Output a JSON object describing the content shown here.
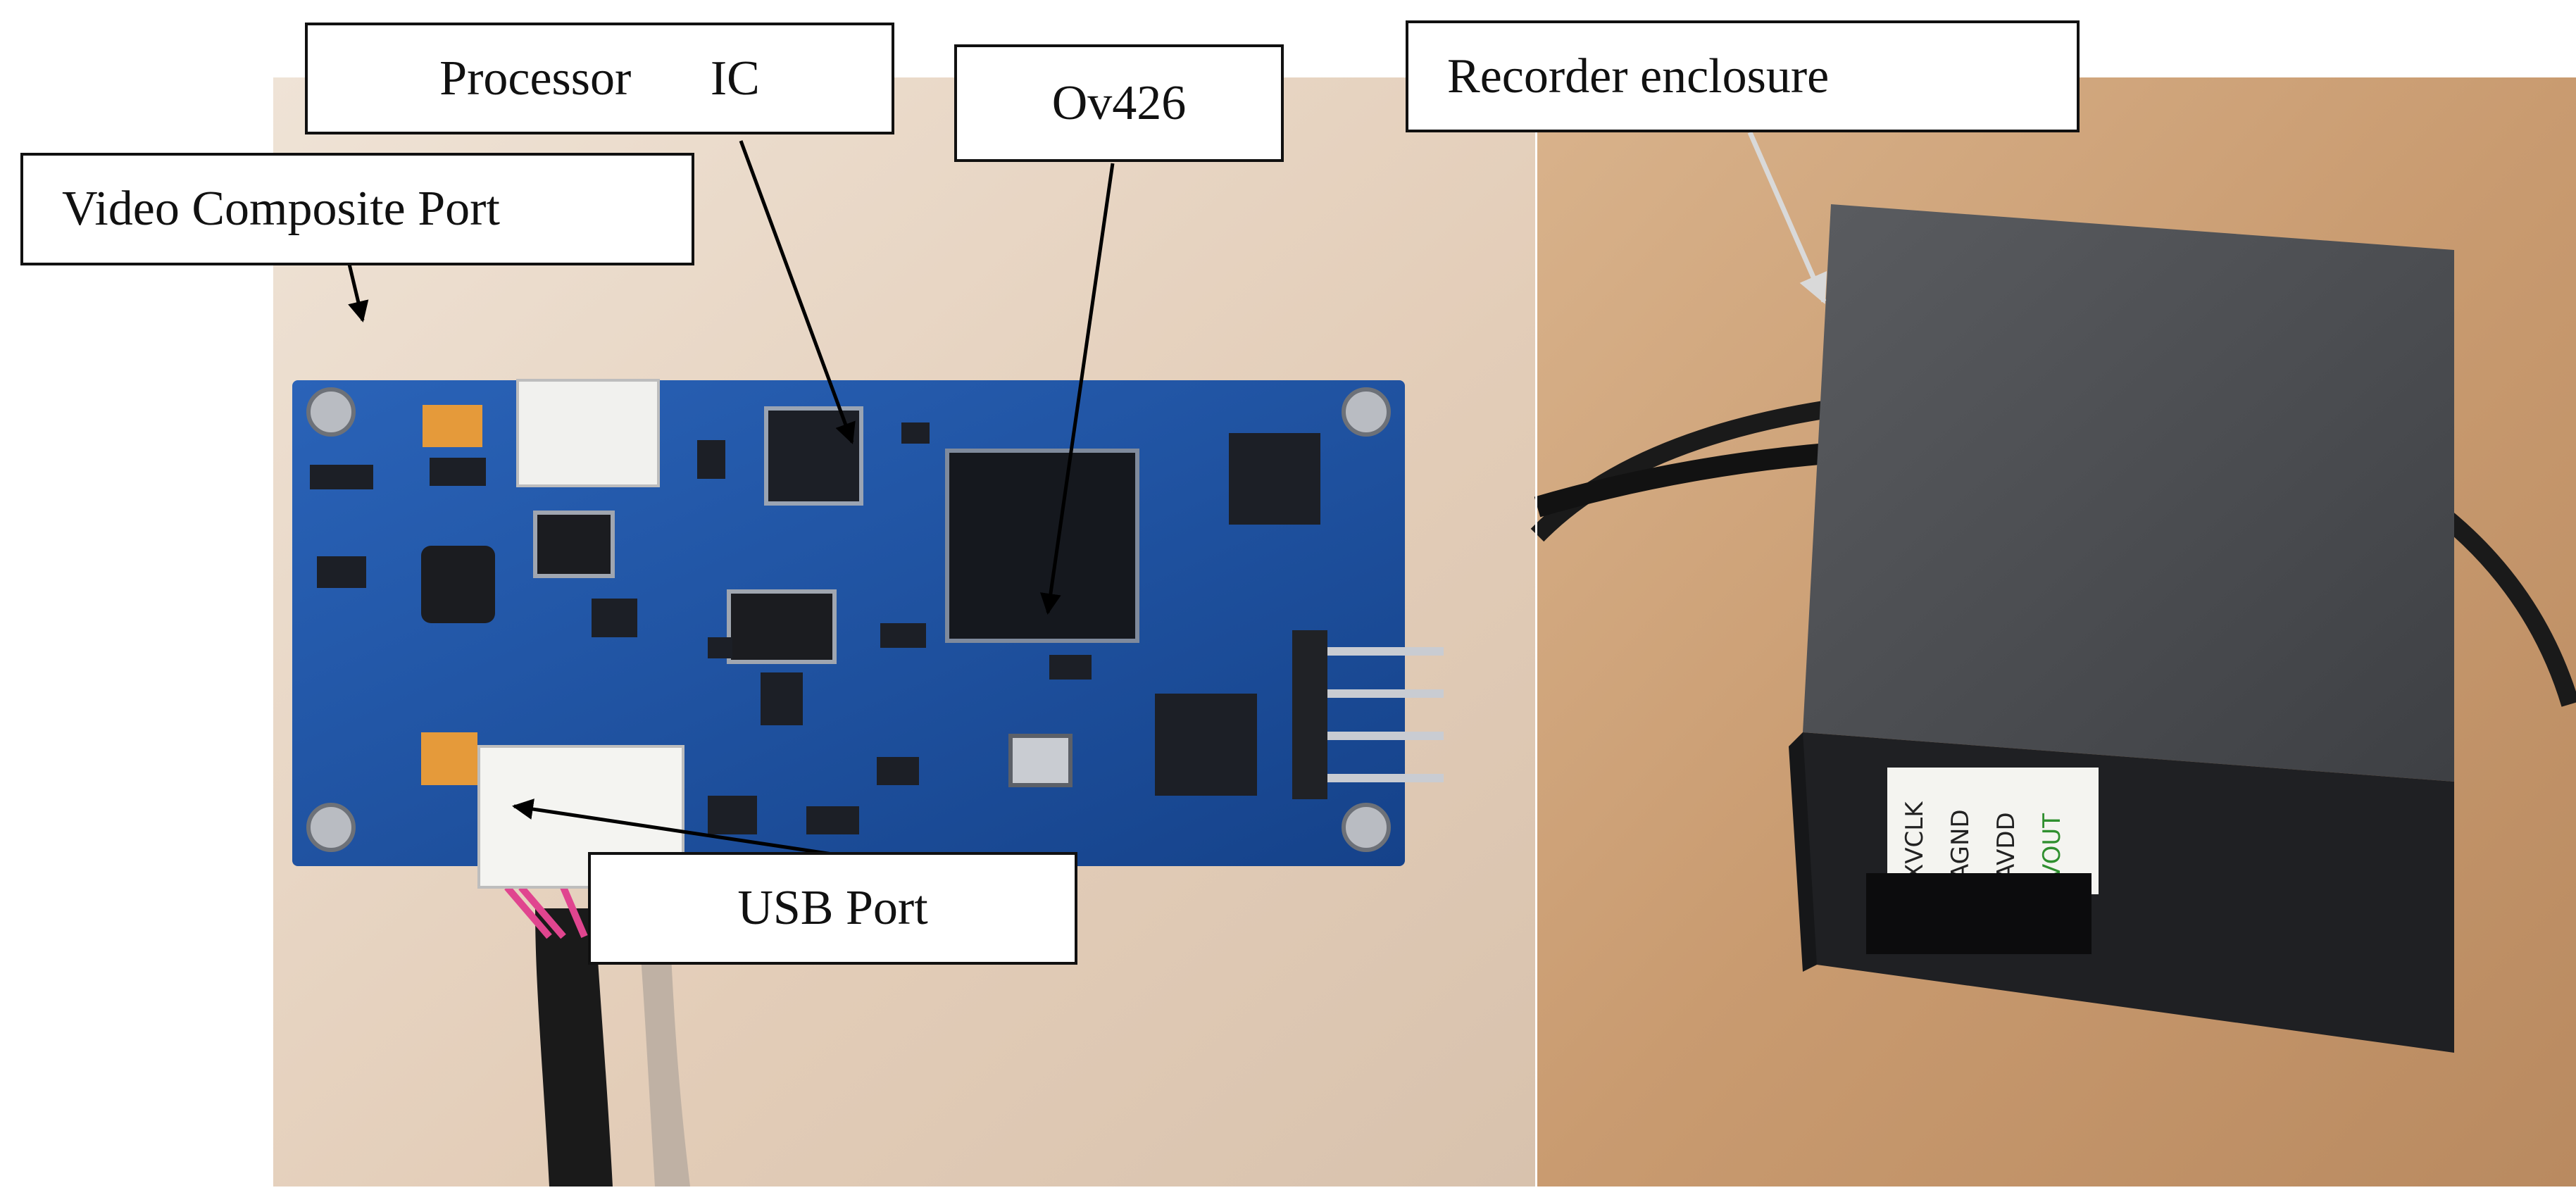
{
  "figure": {
    "labels": {
      "processor_ic": "Processor      IC",
      "video_composite_port": "Video Composite Port",
      "ov426": "Ov426",
      "usb_port": "USB Port",
      "recorder_enclosure": "Recorder enclosure"
    },
    "pin_labels": [
      "XVCLK",
      "AGND",
      "AVDD",
      "VOUT"
    ]
  },
  "colors": {
    "pcb": "#1d4f9e",
    "background_board": "#e8d8c8",
    "table_wood": "#cda27a",
    "enclosure": "#3a3b3d",
    "annotation_line": "#000000",
    "enclosure_arrow": "#d9d9d9"
  }
}
